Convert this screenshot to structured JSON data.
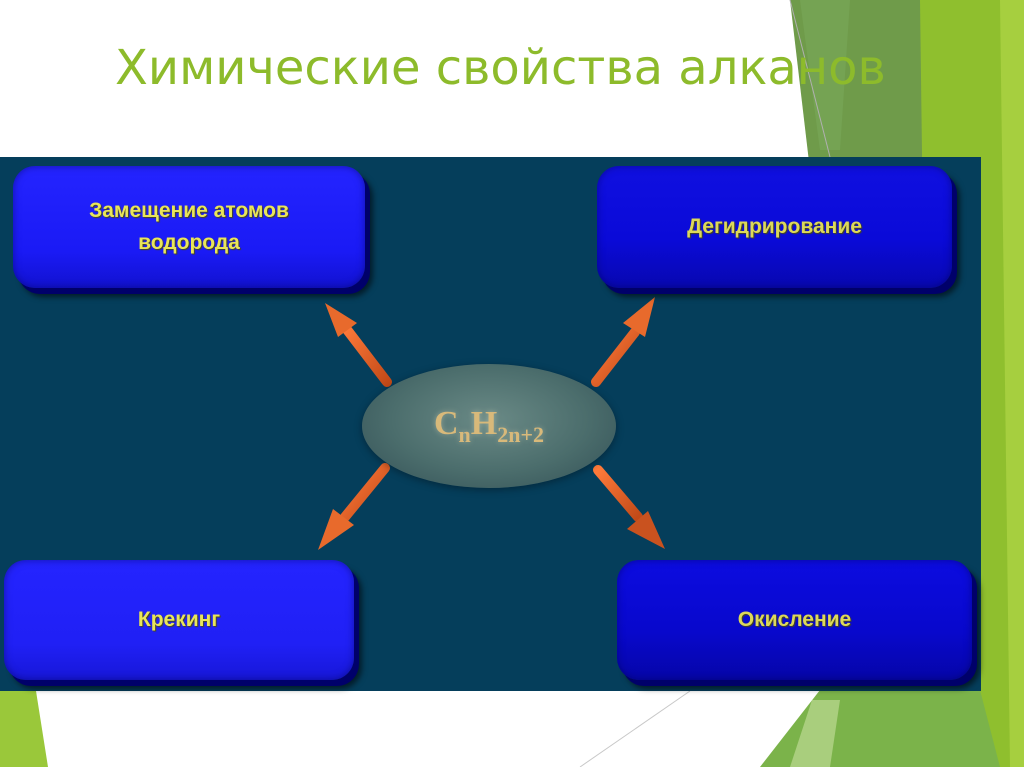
{
  "slide": {
    "title": "Химические свойства алканов"
  },
  "diagram": {
    "center": {
      "formula_c": "C",
      "formula_c_sub": "n",
      "formula_h": "H",
      "formula_h_sub": "2n+2"
    },
    "boxes": {
      "top_left": "Замещение атомов водорода",
      "top_right": "Дегидрирование",
      "bottom_left": "Крекинг",
      "bottom_right": "Окисление"
    },
    "colors": {
      "title": "#8dbb2b",
      "panel_background": "#053e5b",
      "box_fill": "#1a1af5",
      "box_text": "#e9e55a",
      "arrow": "#e86a2c",
      "ellipse": "#4b6d6c",
      "formula": "#d8b97a",
      "accent_green_light": "#9ac83a",
      "accent_green_dark": "#6f9b4a"
    }
  }
}
